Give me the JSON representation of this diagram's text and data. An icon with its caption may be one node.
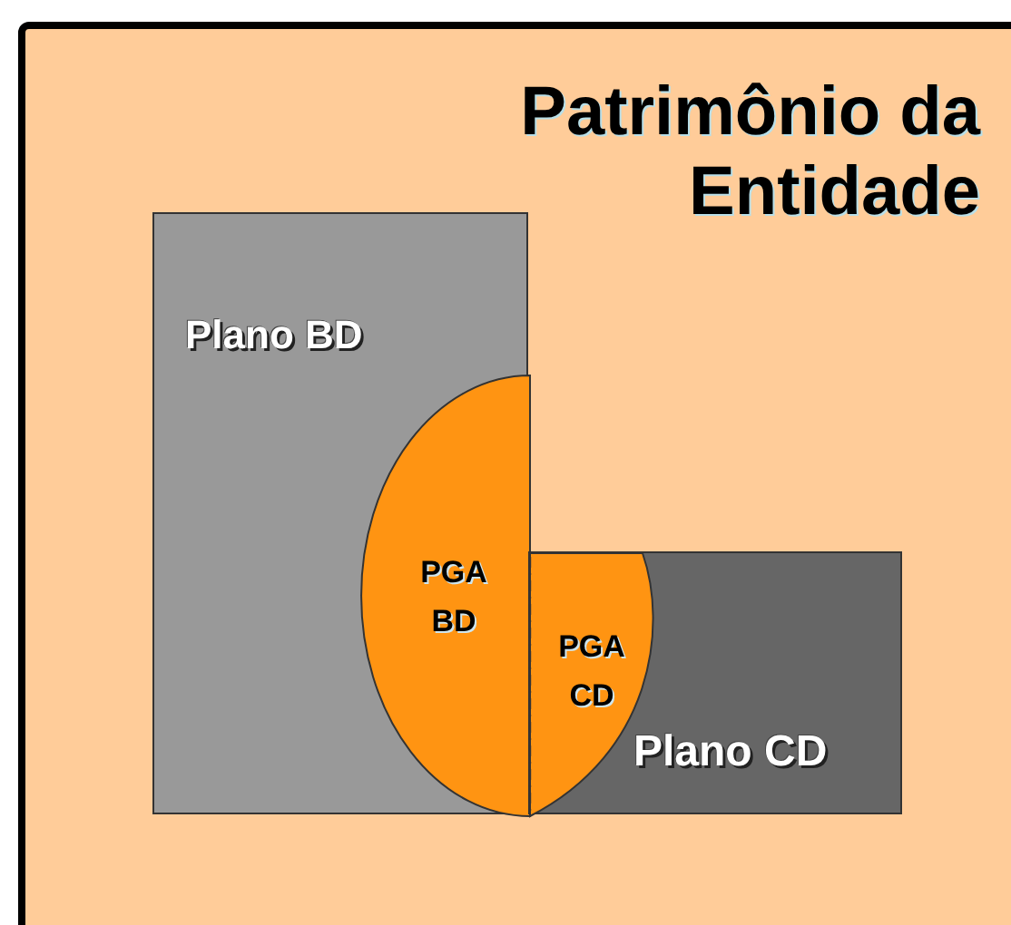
{
  "diagram": {
    "nodes": [
      {
        "text": [
          "Patrimônio da Entidade"
        ]
      },
      {
        "text": [
          "Plano BD"
        ],
        "in": 0
      },
      {
        "text": [
          "Plano CD"
        ],
        "in": 0
      },
      {
        "text": [
          "PGA BD"
        ],
        "in": 1
      },
      {
        "text": [
          "PGA CD"
        ],
        "in": 2
      }
    ]
  }
}
